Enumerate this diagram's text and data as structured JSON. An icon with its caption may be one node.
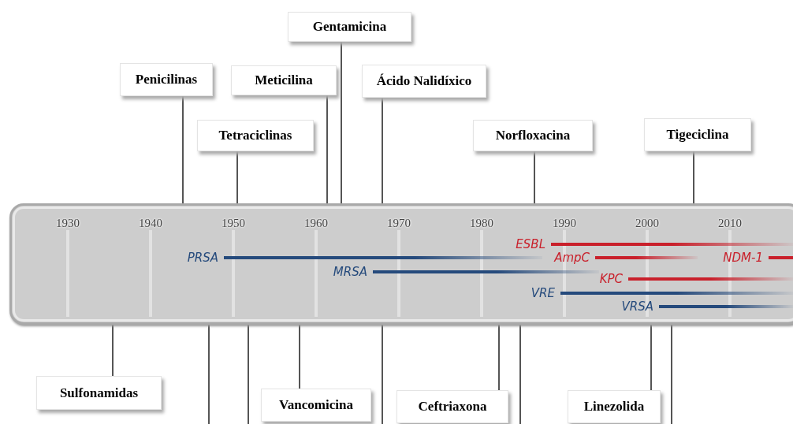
{
  "diagram": {
    "nodes": [
      {
        "text": [
          "Gentamicina"
        ]
      },
      {
        "text": [
          "Penicilinas"
        ]
      },
      {
        "text": [
          "Meticilina"
        ]
      },
      {
        "text": [
          "Ácido Nalidíxico"
        ]
      },
      {
        "text": [
          "Tetraciclinas"
        ]
      },
      {
        "text": [
          "Norfloxacina"
        ]
      },
      {
        "text": [
          "Tigeciclina"
        ]
      },
      {
        "text": [],
        "shape": "bar"
      },
      {
        "text": [
          "ESBL"
        ],
        "in": 7
      },
      {
        "text": [
          "PRSA"
        ],
        "in": 7
      },
      {
        "text": [
          "AmpC"
        ],
        "in": 7
      },
      {
        "text": [
          "NDM-1"
        ],
        "in": 7
      },
      {
        "text": [
          "MRSA"
        ],
        "in": 7
      },
      {
        "text": [
          "KPC"
        ],
        "in": 7
      },
      {
        "text": [
          "VRE"
        ],
        "in": 7
      },
      {
        "text": [
          "VRSA"
        ],
        "in": 7
      },
      {
        "text": [
          "Sulfonamidas"
        ]
      },
      {
        "text": [
          "Vancomicina"
        ]
      },
      {
        "text": [
          "Ceftriaxona"
        ]
      },
      {
        "text": [
          "Linezolida"
        ]
      }
    ],
    "edges": [
      {
        "from": 1,
        "to": 7,
        "arrow": "none"
      },
      {
        "from": 0,
        "to": 7,
        "arrow": "none"
      },
      {
        "from": 2,
        "to": 7,
        "arrow": "none"
      },
      {
        "from": 3,
        "to": 7,
        "arrow": "none"
      },
      {
        "from": 4,
        "to": 7,
        "arrow": "none"
      },
      {
        "from": 5,
        "to": 7,
        "arrow": "none"
      },
      {
        "from": 6,
        "to": 7,
        "arrow": "none"
      },
      {
        "from": 7,
        "to": 16,
        "arrow": "none"
      },
      {
        "from": 7,
        "to": null,
        "arrow": "none"
      },
      {
        "from": 7,
        "to": null,
        "arrow": "none"
      },
      {
        "from": 7,
        "to": 17,
        "arrow": "none"
      },
      {
        "from": 7,
        "to": null,
        "arrow": "none"
      },
      {
        "from": 7,
        "to": 18,
        "arrow": "none"
      },
      {
        "from": 7,
        "to": null,
        "arrow": "none"
      },
      {
        "from": 7,
        "to": 19,
        "arrow": "none"
      },
      {
        "from": 7,
        "to": null,
        "arrow": "none"
      }
    ],
    "labels": [
      "1930",
      "1940",
      "1950",
      "1960",
      "1970",
      "1980",
      "1990",
      "2000",
      "2010"
    ]
  }
}
